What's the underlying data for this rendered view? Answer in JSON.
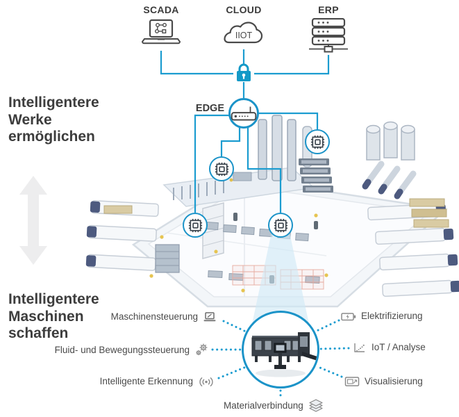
{
  "colors": {
    "accent_teal": "#1b9cd0",
    "circle_border": "#1b93c8",
    "heading_text": "#3d3d3d",
    "label_text": "#4a4a4a",
    "icon_gray": "#4a4a4a",
    "beam": "#cfe9f5",
    "arrow_gray": "#ededee",
    "lock_fill": "#1499c7"
  },
  "top_nodes": [
    {
      "label": "SCADA",
      "icon": "laptop-scada-icon"
    },
    {
      "label": "CLOUD",
      "icon": "cloud-icon",
      "cloud_text": "IIOT"
    },
    {
      "label": "ERP",
      "icon": "server-icon"
    }
  ],
  "security": {
    "icon": "lock-icon"
  },
  "edge": {
    "label": "EDGE",
    "icon": "edge-gateway-icon"
  },
  "factory": {
    "description": "isometric smart factory illustration",
    "chip_icon": "cpu-chip-icon",
    "chip_count": 4
  },
  "headings": {
    "top": {
      "line1": "Intelligentere",
      "line2": "Werke",
      "line3": "ermöglichen"
    },
    "bottom": {
      "line1": "Intelligentere",
      "line2": "Maschinen",
      "line3": "schaffen"
    }
  },
  "features": {
    "left": [
      {
        "label": "Maschinensteuerung",
        "icon": "laptop-icon"
      },
      {
        "label": "Fluid- und Bewegungssteuerung",
        "icon": "gears-icon"
      },
      {
        "label": "Intelligente Erkennung",
        "icon": "wireless-signal-icon"
      }
    ],
    "right": [
      {
        "label": "Elektrifizierung",
        "icon": "battery-charging-icon"
      },
      {
        "label": "IoT / Analyse",
        "icon": "scatter-chart-icon"
      },
      {
        "label": "Visualisierung",
        "icon": "image-icon"
      }
    ],
    "bottom": [
      {
        "label": "Materialverbindung",
        "icon": "layers-icon"
      }
    ]
  }
}
